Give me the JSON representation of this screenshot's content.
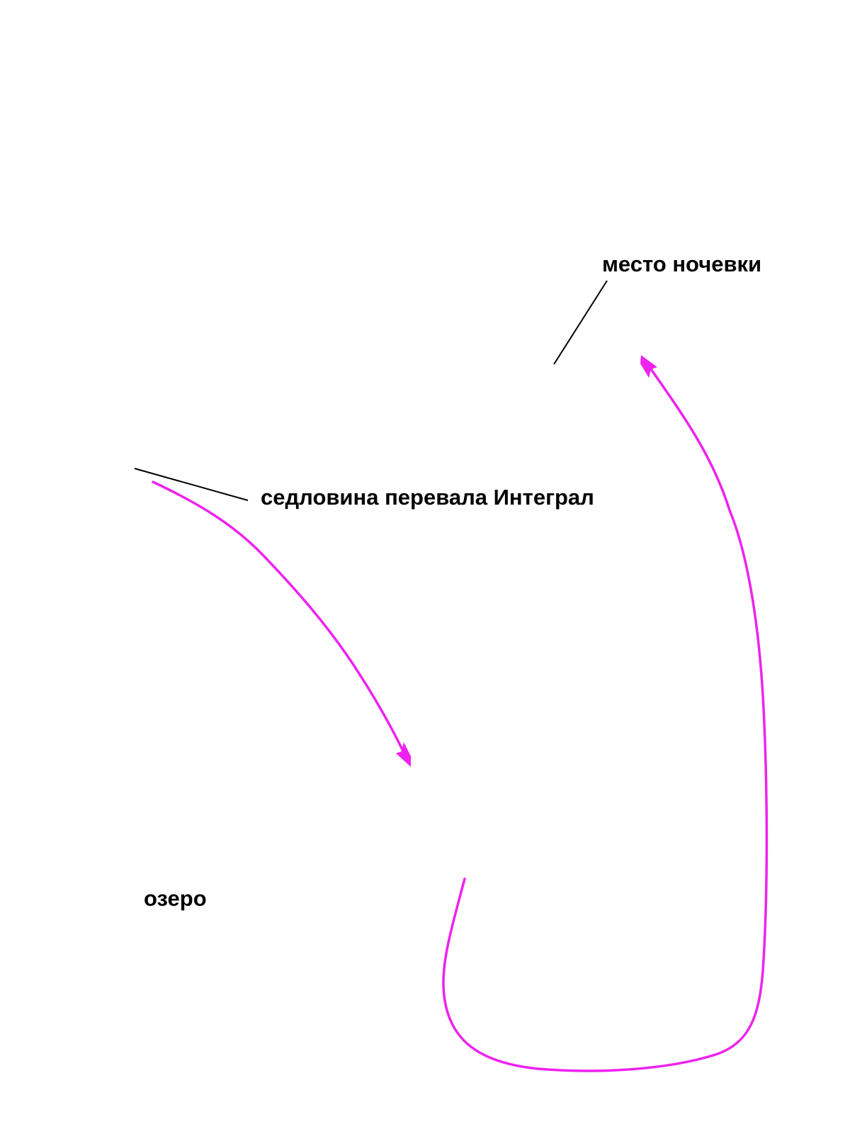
{
  "labels": {
    "camp": "место ночевки",
    "saddle": "седловина перевала Интеграл",
    "lake": "озеро"
  },
  "colors": {
    "background": "#ffffff",
    "route": "#ee22ee",
    "leader": "#000000",
    "text": "#000000"
  }
}
